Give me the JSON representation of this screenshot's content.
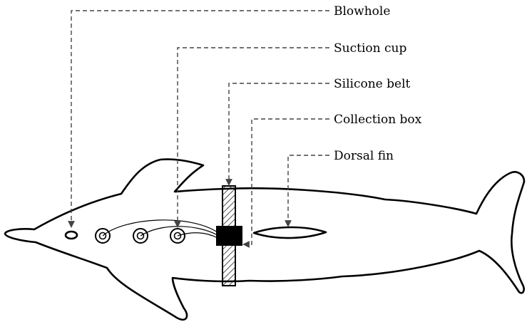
{
  "diagram": {
    "labels": {
      "blowhole": "Blowhole",
      "suction_cup": "Suction cup",
      "silicone_belt": "Silicone belt",
      "collection_box": "Collection box",
      "dorsal_fin": "Dorsal fin"
    },
    "colors": {
      "outline": "#000000",
      "leader": "#444444",
      "collection_box_fill": "#000000",
      "background": "#ffffff"
    }
  }
}
